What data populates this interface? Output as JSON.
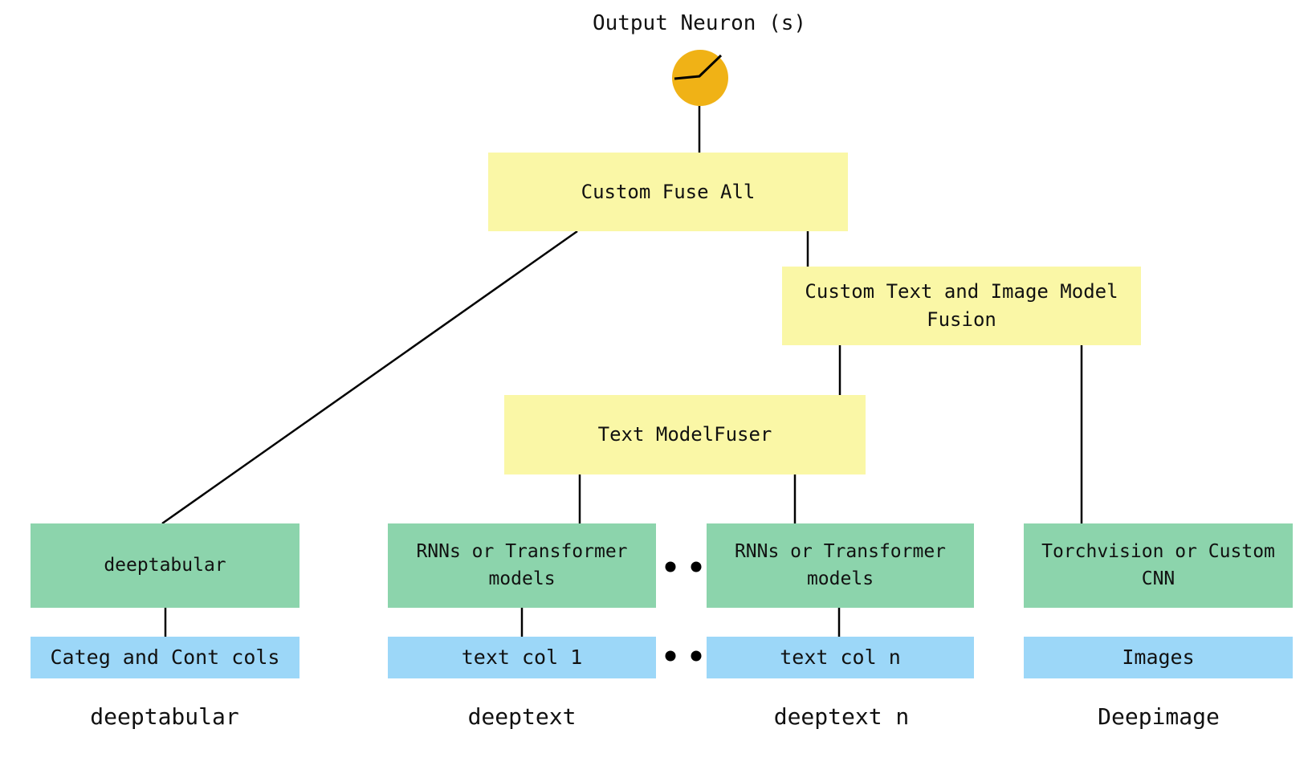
{
  "colors": {
    "yellow_node": "#FAF7A6",
    "green_node": "#8CD4AC",
    "blue_node": "#9CD7F8",
    "neuron_orange": "#F0B216",
    "line": "#000000",
    "text": "#111111",
    "background": "#FFFFFF"
  },
  "nodes": {
    "output_neuron_label": "Output Neuron (s)",
    "fuse_all": "Custom Fuse All",
    "text_image_fusion": "Custom Text and Image Model Fusion",
    "text_model_fuser": "Text ModelFuser"
  },
  "component_nodes": [
    {
      "label": "deeptabular"
    },
    {
      "label": "RNNs or Transformer models"
    },
    {
      "label": "RNNs or Transformer models"
    },
    {
      "label": "Torchvision or Custom CNN"
    }
  ],
  "input_nodes": [
    {
      "label": "Categ and Cont cols"
    },
    {
      "label": "text col 1"
    },
    {
      "label": "text col n"
    },
    {
      "label": "Images"
    }
  ],
  "column_labels": [
    {
      "label": "deeptabular"
    },
    {
      "label": "deeptext"
    },
    {
      "label": "deeptext n"
    },
    {
      "label": "Deepimage"
    }
  ],
  "icons": {
    "output_neuron": "relu-activation-neuron-icon",
    "ellipsis": "ellipsis-dots"
  }
}
